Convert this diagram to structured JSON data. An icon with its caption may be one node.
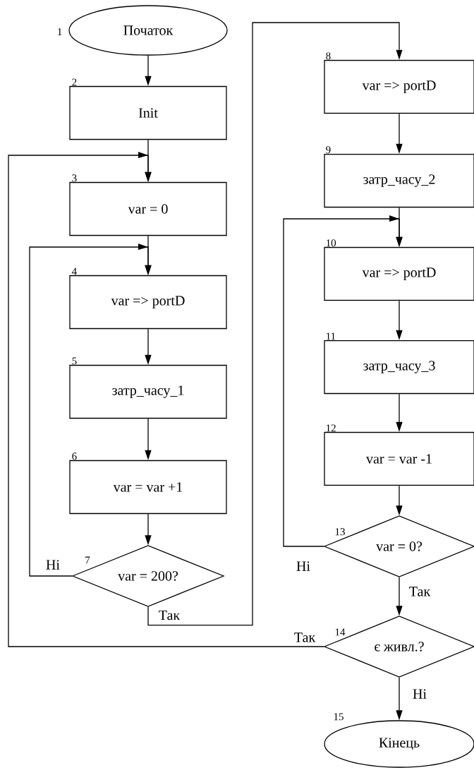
{
  "diagram": {
    "nodes": [
      {
        "text": [
          "Початок"
        ],
        "beside": [
          "1"
        ]
      },
      {
        "text": [
          "Init"
        ],
        "beside": [
          "2"
        ]
      },
      {
        "text": [
          "var = 0"
        ],
        "beside": [
          "3"
        ]
      },
      {
        "text": [
          "var => portD"
        ],
        "beside": [
          "4"
        ]
      },
      {
        "text": [
          "затр_часу_1"
        ],
        "beside": [
          "5"
        ]
      },
      {
        "text": [
          "var = var +1"
        ],
        "beside": [
          "6"
        ]
      },
      {
        "text": [
          "var = 200?"
        ],
        "beside": [
          "7"
        ]
      },
      {
        "text": [
          "var => portD"
        ],
        "beside": [
          "8"
        ]
      },
      {
        "text": [
          "затр_часу_2"
        ],
        "beside": [
          "9"
        ]
      },
      {
        "text": [
          "var => portD"
        ],
        "beside": [
          "10"
        ]
      },
      {
        "text": [
          "затр_часу_3"
        ],
        "beside": [
          "11"
        ]
      },
      {
        "text": [
          "var = var -1"
        ],
        "beside": [
          "12"
        ]
      },
      {
        "text": [
          "var = 0?"
        ],
        "beside": [
          "13"
        ]
      },
      {
        "text": [
          "є живл.?"
        ],
        "beside": [
          "14"
        ]
      },
      {
        "text": [
          "Кінець"
        ],
        "beside": [
          "15"
        ]
      }
    ],
    "edges": [
      {
        "from": 0,
        "to": 1,
        "arrow": "to"
      },
      {
        "from": 1,
        "to": 2,
        "arrow": "to"
      },
      {
        "from": 2,
        "to": 3,
        "arrow": "to"
      },
      {
        "from": 3,
        "to": 4,
        "arrow": "to"
      },
      {
        "from": 4,
        "to": 5,
        "arrow": "to"
      },
      {
        "from": 5,
        "to": 6,
        "arrow": "to"
      },
      {
        "from": 6,
        "to": 3,
        "arrow": "to",
        "label": "Ні"
      },
      {
        "from": 6,
        "to": 7,
        "arrow": "to",
        "label": "Так"
      },
      {
        "from": 7,
        "to": 8,
        "arrow": "to"
      },
      {
        "from": 8,
        "to": 9,
        "arrow": "to"
      },
      {
        "from": 9,
        "to": 10,
        "arrow": "to"
      },
      {
        "from": 10,
        "to": 11,
        "arrow": "to"
      },
      {
        "from": 11,
        "to": 12,
        "arrow": "to"
      },
      {
        "from": 12,
        "to": 9,
        "arrow": "to",
        "label": "Ні"
      },
      {
        "from": 12,
        "to": 13,
        "arrow": "to",
        "label": "Так"
      },
      {
        "from": 13,
        "to": 2,
        "arrow": "to",
        "label": "Так"
      },
      {
        "from": 13,
        "to": 14,
        "arrow": "to",
        "label": "Ні"
      }
    ]
  }
}
